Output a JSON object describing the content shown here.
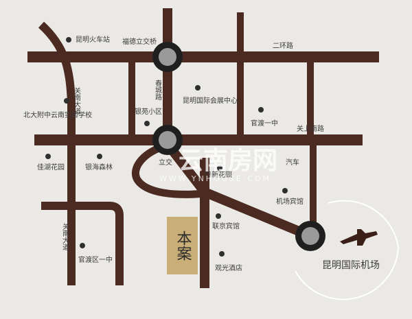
{
  "labels": {
    "kunming_station": "昆明火车站",
    "fude_bridge": "福德立交桥",
    "ring2": "二环路",
    "guannan_top": "关南大道",
    "chuncheng": "春城路",
    "expo_center": "昆明国际会展中心",
    "beida_school": "北大附中云南实验学校",
    "yinyuan": "银苑小区",
    "guandu_1": "官渡一中",
    "guanshang": "关上南路",
    "jiahu": "佳湖花园",
    "yinhai": "银海森林",
    "riyue": "日新花园",
    "airport_hotel": "机场宾馆",
    "lianjing": "联京宾馆",
    "guannan_bottom": "关南大道",
    "guandu_district": "官渡区一中",
    "project": "本案",
    "guanguang": "观光酒店",
    "airport": "昆明国际机场",
    "partial_interchange": "立交",
    "partial_right": "汽车"
  },
  "watermark": {
    "cn": "云南房网",
    "url": "WWW.YNHOUSE.COM"
  },
  "colors": {
    "road": "#4b2a21",
    "background": "#ebe9e5",
    "project_box": "#c9ae78",
    "node_fill": "#9a9a9a",
    "node_ring": "#1f1f1f"
  }
}
